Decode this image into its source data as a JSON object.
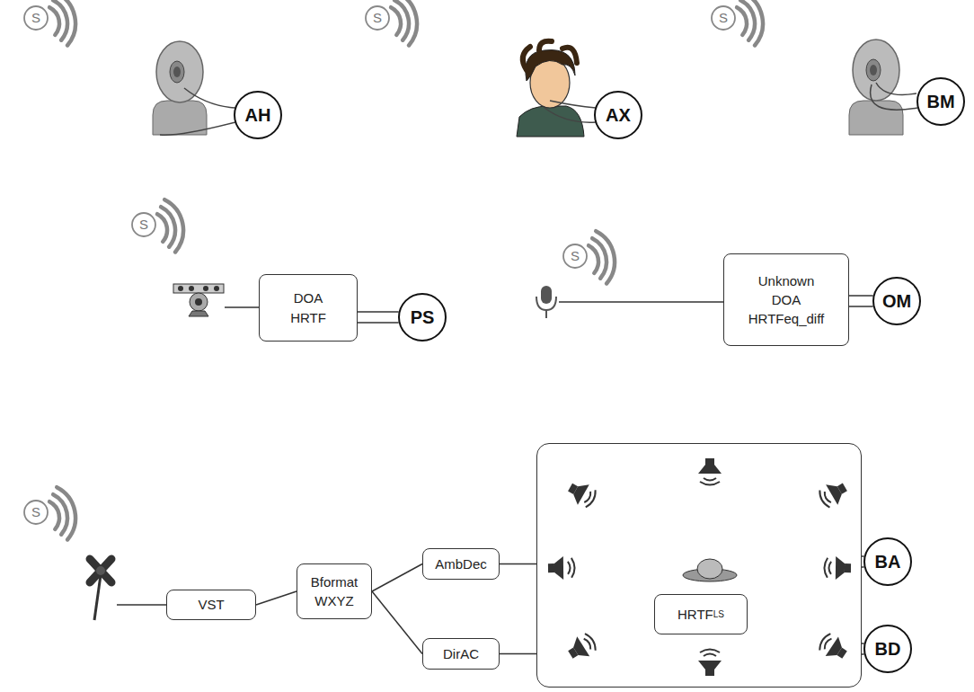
{
  "diagram": {
    "nodes": [
      {
        "text": [
          "AH"
        ]
      },
      {
        "text": [
          "AX"
        ]
      },
      {
        "text": [
          "BM"
        ]
      },
      {
        "text": [
          "DOA",
          "HRTF"
        ]
      },
      {
        "text": [
          "PS"
        ]
      },
      {
        "text": [
          "Unknown",
          "DOA",
          "HRTFeq_diff"
        ]
      },
      {
        "text": [
          "OM"
        ]
      },
      {
        "text": [
          "VST"
        ]
      },
      {
        "text": [
          "Bformat",
          "WXYZ"
        ]
      },
      {
        "text": [
          "AmbDec"
        ]
      },
      {
        "text": [
          "DirAC"
        ]
      },
      {
        "text": []
      },
      {
        "text": [
          "HRTF",
          "LS"
        ],
        "in": 11
      },
      {
        "text": [
          "BA"
        ]
      },
      {
        "text": [
          "BD"
        ]
      }
    ],
    "edges": [
      {
        "from": 3,
        "to": 4,
        "arrow": "none"
      },
      {
        "from": 5,
        "to": 6,
        "arrow": "none"
      },
      {
        "from": 7,
        "to": 8,
        "arrow": "none"
      },
      {
        "from": 8,
        "to": 9,
        "arrow": "none"
      },
      {
        "from": 8,
        "to": 10,
        "arrow": "none"
      },
      {
        "from": 9,
        "to": 11,
        "arrow": "none"
      },
      {
        "from": 10,
        "to": 11,
        "arrow": "none"
      },
      {
        "from": 11,
        "to": 13,
        "arrow": "none"
      },
      {
        "from": 11,
        "to": 14,
        "arrow": "none"
      }
    ],
    "labels": [
      "S",
      "S",
      "S",
      "S",
      "S",
      "S"
    ]
  }
}
